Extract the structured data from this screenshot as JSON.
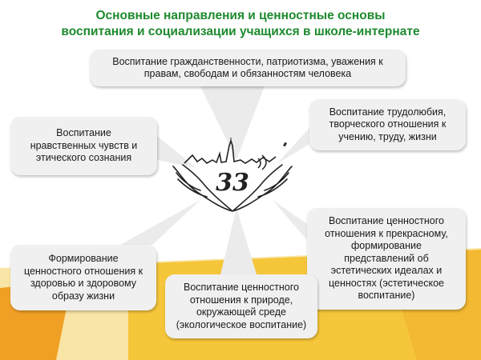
{
  "title": {
    "line1": "Основные направления и ценностные основы",
    "line2": "воспитания  и социализации  учащихся в школе-интернате"
  },
  "logo": {
    "text": "33"
  },
  "colors": {
    "title": "#1e8a2e",
    "box_fill": "#f0f0f0",
    "accent_yellow": "#f5c63a",
    "accent_orange": "#f0a024",
    "accent_light": "#f9e6a6"
  },
  "boxes": {
    "citizenship": "Воспитание гражданственности, патриотизма, уважения к\nправам, свободам и обязанностям человека",
    "moral": "Воспитание\nнравственных чувств и\nэтического сознания",
    "labor": "Воспитание трудолюбия,\nтворческого отношения к\nучению, труду, жизни",
    "beauty": "Воспитание ценностного\nотношения к прекрасному,\nформирование\nпредставлений об\nэстетических идеалах и\nценностях (эстетическое\nвоспитание)",
    "health": "Формирование\nценностного отношения к\nздоровью и здоровому\nобразу жизни",
    "nature": "Воспитание ценностного\nотношения к природе,\nокружающей среде\n(экологическое воспитание)"
  }
}
